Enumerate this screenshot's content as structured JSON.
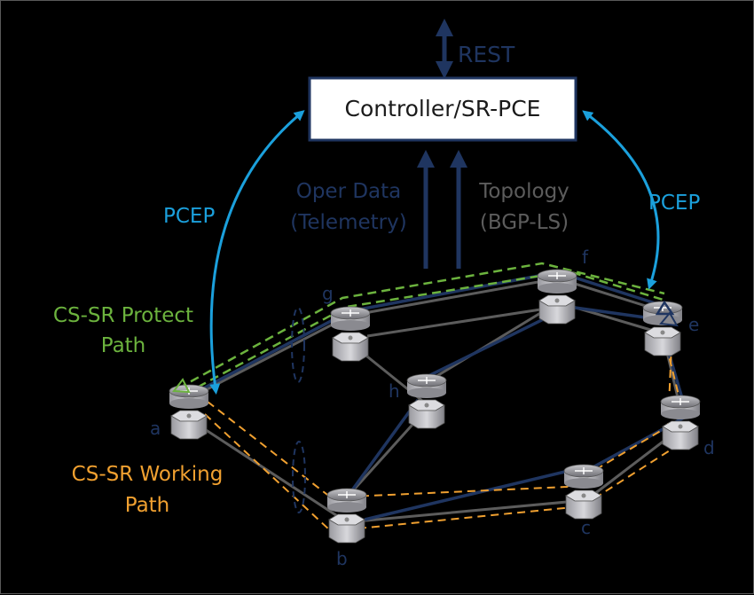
{
  "controller": {
    "label": "Controller/SR-PCE"
  },
  "rest": {
    "label": "REST"
  },
  "oper": {
    "line1": "Oper Data",
    "line2": "(Telemetry)"
  },
  "topology": {
    "line1": "Topology",
    "line2": "(BGP-LS)"
  },
  "pcep": {
    "left": "PCEP",
    "right": "PCEP"
  },
  "protect": {
    "line1": "CS-SR Protect",
    "line2": "Path"
  },
  "working": {
    "line1": "CS-SR Working",
    "line2": "Path"
  },
  "nodes": {
    "a": "a",
    "b": "b",
    "c": "c",
    "d": "d",
    "e": "e",
    "f": "f",
    "g": "g",
    "h": "h"
  },
  "colors": {
    "background": "#000000",
    "dark_navy": "#1f3560",
    "link_gray": "#5c5c5c",
    "pcep_blue": "#1ba0dc",
    "protect_green": "#6cb33e",
    "working_orange": "#f0a030",
    "controller_border": "#1f3560"
  },
  "icons": {
    "router": "router-icon"
  }
}
